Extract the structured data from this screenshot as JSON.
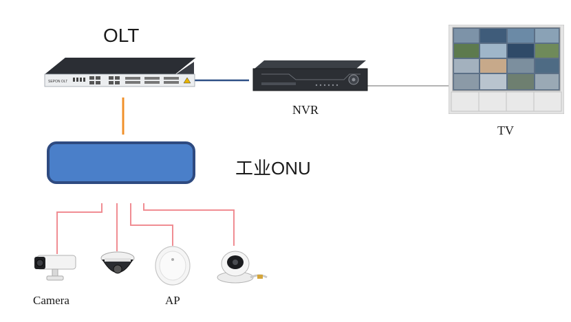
{
  "labels": {
    "olt": "OLT",
    "nvr": "NVR",
    "tv": "TV",
    "onu": "工业ONU",
    "camera": "Camera",
    "ap": "AP"
  },
  "devices": {
    "olt_front_text": "SEPON OLT"
  },
  "colors": {
    "onu_fill": "#4a7fc9",
    "onu_border": "#2e4a80",
    "olt_to_onu_link": "#f0902a",
    "olt_to_nvr_link": "#2d4f86",
    "nvr_to_tv_link": "#9a9a9a",
    "onu_to_device_links": "#f08c92"
  }
}
